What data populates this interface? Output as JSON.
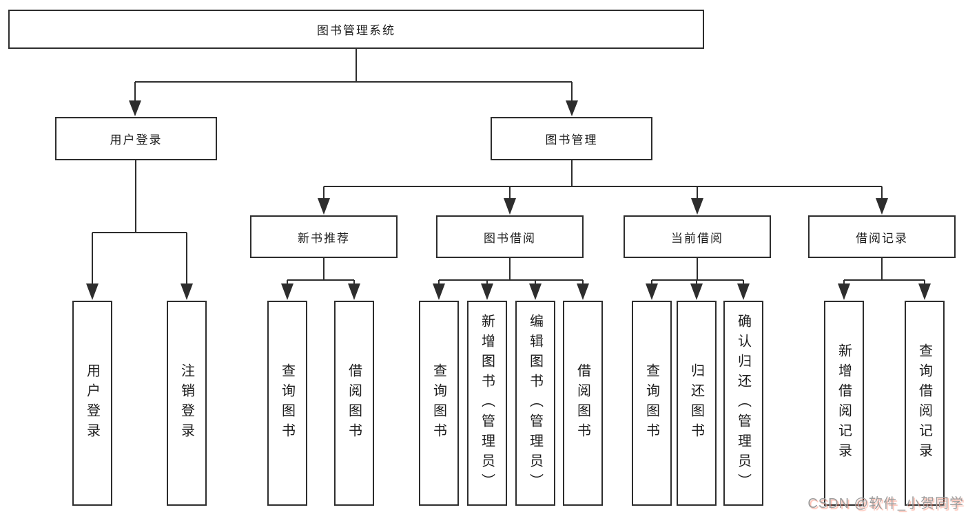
{
  "diagram": {
    "title": "图书管理系统",
    "root": {
      "label": "图书管理系统"
    },
    "level2": [
      {
        "id": "user-login",
        "label": "用户登录"
      },
      {
        "id": "book-management",
        "label": "图书管理"
      }
    ],
    "level3": [
      {
        "id": "new-book-recommend",
        "label": "新书推荐"
      },
      {
        "id": "book-borrow",
        "label": "图书借阅"
      },
      {
        "id": "current-borrow",
        "label": "当前借阅"
      },
      {
        "id": "borrow-records",
        "label": "借阅记录"
      }
    ],
    "leaves": [
      {
        "id": "user-login-leaf",
        "label": "用户登录"
      },
      {
        "id": "logout",
        "label": "注销登录"
      },
      {
        "id": "query-books-recommend",
        "label": "查询图书"
      },
      {
        "id": "borrow-books-recommend",
        "label": "借阅图书"
      },
      {
        "id": "query-books-borrow",
        "label": "查询图书"
      },
      {
        "id": "add-books-admin",
        "label": "新增图书（管理员）"
      },
      {
        "id": "edit-books-admin",
        "label": "编辑图书（管理员）"
      },
      {
        "id": "borrow-books",
        "label": "借阅图书"
      },
      {
        "id": "query-books-current",
        "label": "查询图书"
      },
      {
        "id": "return-books",
        "label": "归还图书"
      },
      {
        "id": "confirm-return-admin",
        "label": "确认归还（管理员）"
      },
      {
        "id": "add-borrow-record",
        "label": "新增借阅记录"
      },
      {
        "id": "query-borrow-record",
        "label": "查询借阅记录"
      }
    ],
    "watermark": "CSDN @软件_小贺同学",
    "colors": {
      "line": "#2d2d2d",
      "border": "#2d2d2d",
      "text": "#1c1c1c",
      "watermark_gray": "#9e9e9e",
      "watermark_red": "#fc5531",
      "background": "#ffffff"
    }
  }
}
